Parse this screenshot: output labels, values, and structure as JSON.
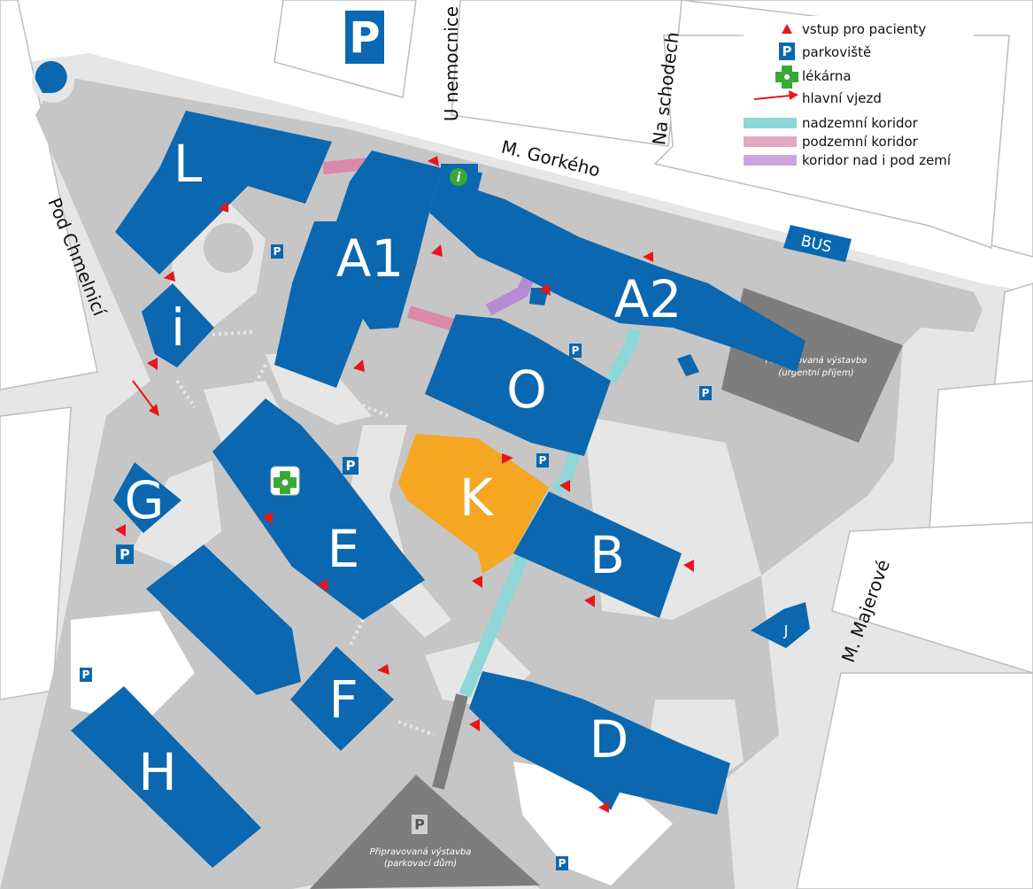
{
  "legend": {
    "entrance": "vstup pro pacienty",
    "parking": "parkoviště",
    "pharmacy": "lékárna",
    "main_entry": "hlavní vjezd",
    "corridor_above": "nadzemní koridor",
    "corridor_below": "podzemní koridor",
    "corridor_both": "koridor nad i pod zemí"
  },
  "streets": {
    "gorkeho": "M. Gorkého",
    "u_nemocnice": "U nemocnice",
    "na_schodech": "Na schodech",
    "pod_chmelnici": "Pod Chmelnicí",
    "majerove": "M. Majerové"
  },
  "buildings": {
    "L": "L",
    "A1": "A1",
    "A2": "A2",
    "i": "i",
    "O": "O",
    "K": "K",
    "B": "B",
    "G": "G",
    "E": "E",
    "F": "F",
    "D": "D",
    "H": "H",
    "J": "J"
  },
  "parking_symbol": "P",
  "info_symbol": "i",
  "bus_label": "BUS",
  "construction_urgent": {
    "line1": "Připravovaná výstavba",
    "line2": "(urgentní příjem)"
  },
  "construction_parking": {
    "line1": "Připravovaná výstavba",
    "line2": "(parkovací dům)"
  },
  "colors": {
    "building": "#0a67b0",
    "building_k": "#f5a623",
    "corridor_above": "#8ed7d6",
    "corridor_below": "#d98aa8",
    "corridor_both": "#b58bd6",
    "entrance": "#e8151b",
    "pharmacy": "#3aa935",
    "construction": "#7d7d7d",
    "ground": "#c6c6c6",
    "road_edge": "#e6e6e6"
  }
}
